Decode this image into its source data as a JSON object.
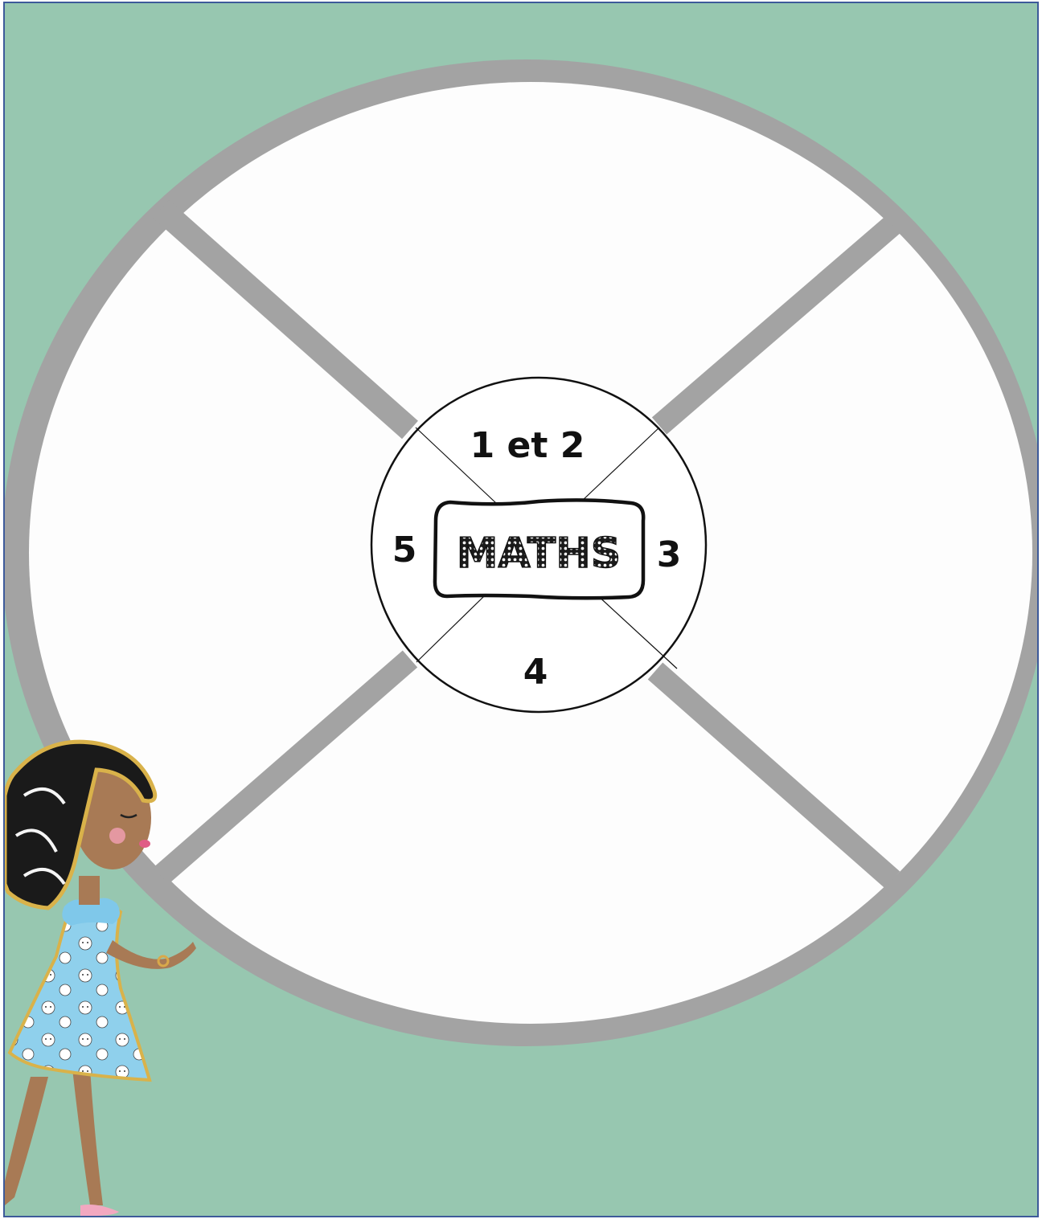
{
  "center": {
    "title": "MATHS"
  },
  "segments": {
    "top": "1 et 2",
    "right": "3",
    "bottom": "4",
    "left": "5"
  },
  "colors": {
    "background": "#97c7b0",
    "ring": "#a3a3a3",
    "wheel_fill": "#fdfdfd",
    "center_outline": "#111111",
    "panel_border": "#3d5a9a"
  },
  "illustration": {
    "icon": "girl-in-dress-illustration"
  }
}
